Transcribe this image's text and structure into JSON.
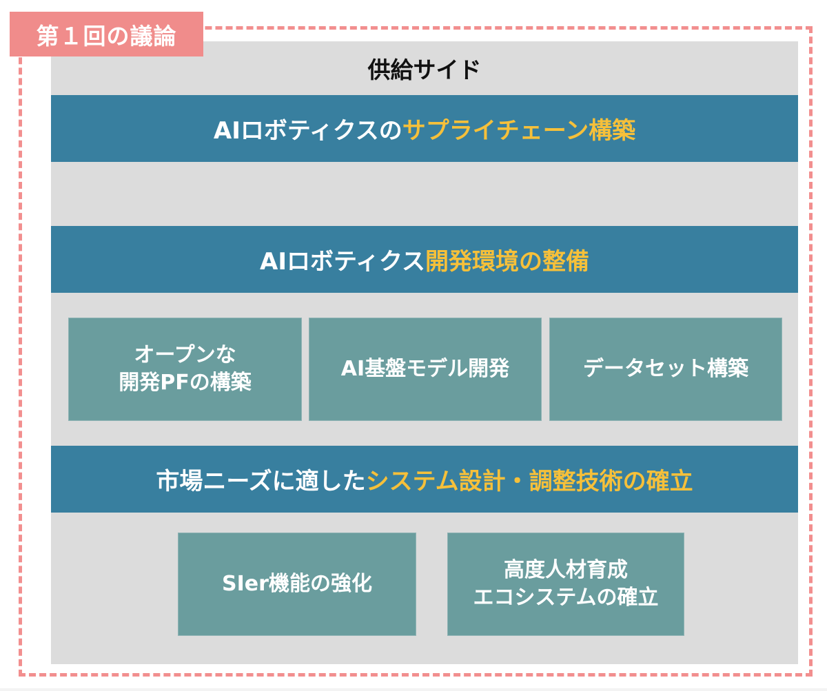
{
  "label": {
    "text": "第１回の議論",
    "color": "#f08c8b",
    "frame_color": "#f28f8f"
  },
  "panel": {
    "title": "供給サイド",
    "background": "#dcdcdc"
  },
  "colors": {
    "bar": "#387f9f",
    "highlight": "#f6c03a",
    "box": "#6a9d9e",
    "text": "#ffffff"
  },
  "bars": [
    {
      "plain": "AIロボティクスの",
      "highlight": "サプライチェーン構築"
    },
    {
      "plain": "AIロボティクス",
      "highlight": "開発環境の整備"
    },
    {
      "plain": "市場ニーズに適した",
      "highlight": "システム設計・調整技術の確立"
    }
  ],
  "dev_boxes": [
    {
      "line1": "オープンな",
      "line2": "開発PFの構築"
    },
    {
      "line1": "AI基盤モデル開発",
      "line2": ""
    },
    {
      "line1": "データセット構築",
      "line2": ""
    }
  ],
  "system_boxes": [
    {
      "line1": "SIer機能の強化",
      "line2": ""
    },
    {
      "line1": "高度人材育成",
      "line2": "エコシステムの確立"
    }
  ]
}
